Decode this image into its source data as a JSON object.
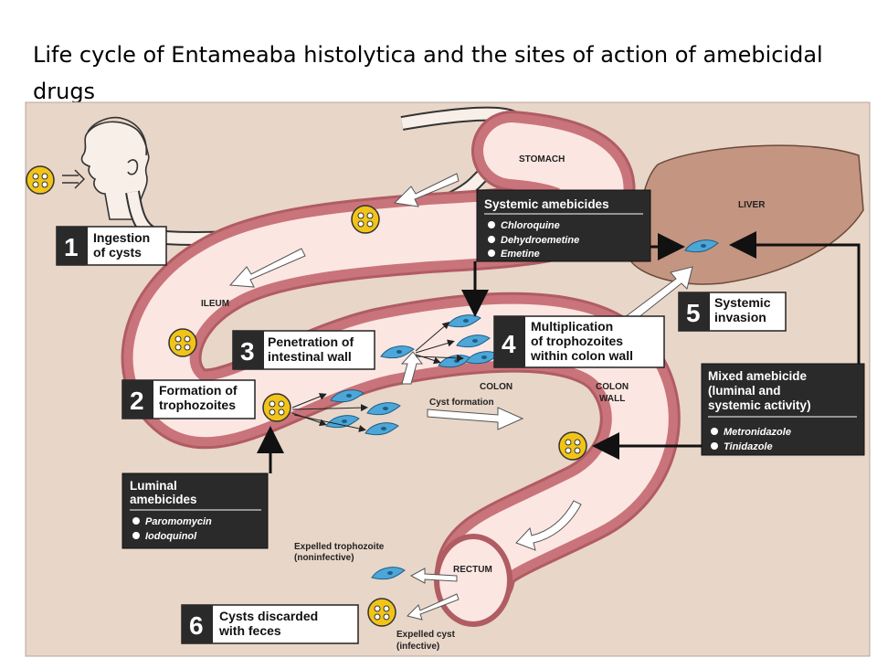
{
  "title": "Life cycle of Entameaba histolytica and the sites of action of amebicidal drugs",
  "organs": {
    "stomach": "STOMACH",
    "liver": "LIVER",
    "ileum": "ILEUM",
    "colon": "COLON",
    "colon_wall_1": "COLON",
    "colon_wall_2": "WALL",
    "rectum": "RECTUM"
  },
  "steps": [
    {
      "number": "1",
      "line1": "Ingestion",
      "line2": "of cysts"
    },
    {
      "number": "2",
      "line1": "Formation of",
      "line2": "trophozoites"
    },
    {
      "number": "3",
      "line1": "Penetration of",
      "line2": "intestinal wall"
    },
    {
      "number": "4",
      "line1": "Multiplication",
      "line2": "of trophozoites",
      "line3": "within colon wall"
    },
    {
      "number": "5",
      "line1": "Systemic",
      "line2": "invasion"
    },
    {
      "number": "6",
      "line1": "Cysts discarded",
      "line2": "with feces"
    }
  ],
  "drug_boxes": {
    "systemic": {
      "header": "Systemic amebicides",
      "drugs": [
        "Chloroquine",
        "Dehydroemetine",
        "Emetine"
      ]
    },
    "mixed": {
      "header_1": "Mixed amebicide",
      "header_2": "(luminal and",
      "header_3": "systemic activity)",
      "drugs": [
        "Metronidazole",
        "Tinidazole"
      ]
    },
    "luminal": {
      "header_1": "Luminal",
      "header_2": "amebicides",
      "drugs": [
        "Paromomycin",
        "Iodoquinol"
      ]
    }
  },
  "annotations": {
    "cyst_formation": "Cyst formation",
    "expelled_troph_1": "Expelled trophozoite",
    "expelled_troph_2": "(noninfective)",
    "expelled_cyst_1": "Expelled cyst",
    "expelled_cyst_2": "(infective)"
  },
  "colors": {
    "background": "#e8d6c8",
    "gut_outer": "#c9747a",
    "gut_inner": "#fbe6e2",
    "liver": "#c49580",
    "cyst": "#f2c418",
    "trophozoite": "#4da6d8",
    "label_box": "#2a2a2a"
  }
}
